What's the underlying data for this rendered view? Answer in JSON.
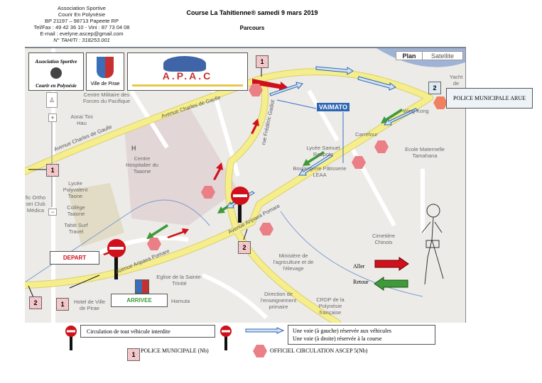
{
  "header": {
    "association_lines": [
      "Association Sportive",
      "Courir En Polynésie",
      "BP 21197 – 98713 Papeete RP",
      "Tel/Fax : 49 42 36 10 - Vini : 87 73 04 08",
      "E-mail : evelyne.ascep@gmail.com"
    ],
    "tahiti_number": "N° TAHITI : 318253.001",
    "title": "Course La Tahitienne® samedi 9 mars 2019",
    "subtitle": "Parcours"
  },
  "logos": {
    "ascep": "Association Sportive Courir en Polynésie",
    "pirae": "Ville de Pirae",
    "apac": "A.P.A.C"
  },
  "map": {
    "view_buttons": [
      "Plan",
      "Satellite"
    ],
    "zoom_in": "+",
    "zoom_out": "−",
    "streets": [
      "Avenue Charles de Gaulle",
      "Avenue Charles de Gaulle",
      "rue Frédéric Gadiot",
      "Avenue Aripaea Pomare",
      "Avenue Aripaea Pomare"
    ],
    "places": [
      "Centre Militaire des Forces du Pacifique",
      "Aorai Tini Hau",
      "Centre Hospitalier du Taaone",
      "Lycée Polyvalent Taone",
      "Collège Taaone",
      "fic Ortho stri Club Médica",
      "Tahiti Surf Travel",
      "Hotel de Ville de Pirae",
      "Hamuta",
      "Eglise de la Sainte-Trinité",
      "Ministère de l'agriculture et de l'élevage",
      "Direction de l'enseignement primaire",
      "CRDP de la Polynésie française",
      "Cimetière Chinois",
      "Lycée Samuel Raapoto",
      "Boulangerie Pâtisserie LEAA",
      "Carrefour",
      "Wing Kong",
      "Ecole Maternelle Tamahana",
      "Yacht de"
    ],
    "H": "H",
    "vaimato": "VAIMATO",
    "depart": "DEPART",
    "arrivee": "ARRIVEE",
    "police_arue": "POLICE MUNICIPALE ARUE",
    "police_markers": [
      "1",
      "1",
      "2",
      "1",
      "2",
      "2"
    ],
    "aller": "Aller",
    "retour": "Retour",
    "colors": {
      "aller": "#d0101a",
      "retour": "#3f9a3a",
      "road": "#f6ee8c",
      "officiel": "#ea7f86",
      "depart_text": "#d0101a",
      "arrivee_text": "#3f9a3a"
    }
  },
  "legend": {
    "no_entry": "Circulation de tout véhicule interdite",
    "lane_line1": "Une voie (à gauche) réservée aux véhicules",
    "lane_line2": "Une voie (à droite) réservée à la course",
    "police_num": "1",
    "police": "POLICE MUNICIPALE (Nb)",
    "officiel": "OFFICIEL CIRCULATION ASCEP 5(Nb)"
  }
}
